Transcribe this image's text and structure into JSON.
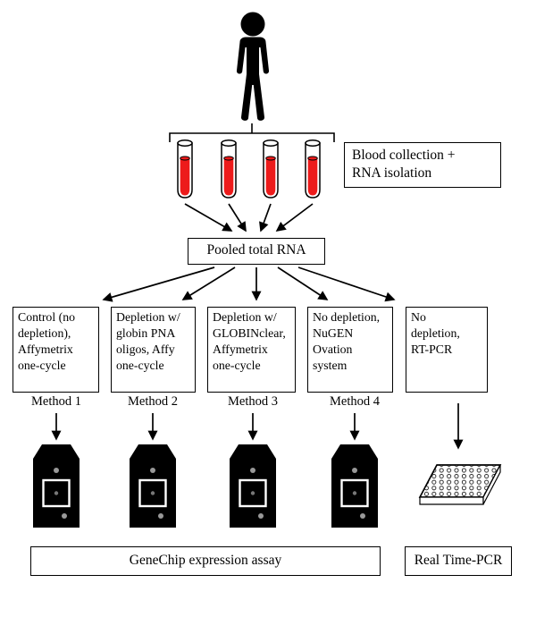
{
  "diagram": {
    "blood_box": "Blood collection +\nRNA isolation",
    "pooled_box": "Pooled total RNA",
    "method_boxes": [
      {
        "text": "Control (no\ndepletion),\nAffymetrix\none-cycle",
        "label": "Method 1"
      },
      {
        "text": "Depletion w/\nglobin PNA\noligos, Affy\none-cycle",
        "label": "Method 2"
      },
      {
        "text": "Depletion w/\nGLOBINclear,\nAffymetrix\none-cycle",
        "label": "Method 3"
      },
      {
        "text": "No depletion,\nNuGEN\nOvation\nsystem",
        "label": "Method 4"
      },
      {
        "text": "No\ndepletion,\nRT-PCR",
        "label": ""
      }
    ],
    "assay_box": "GeneChip expression assay",
    "rtpcr_box": "Real Time-PCR",
    "icons": {
      "person": "person-icon",
      "tubes": "blood-tube-icon",
      "bracket": "sample-bracket",
      "chip": "genechip-cartridge-icon",
      "plate": "well-plate-icon",
      "arrow": "flow-arrow"
    },
    "colors": {
      "blood": "#ed1b1b",
      "line": "#000000",
      "background": "#ffffff"
    }
  }
}
